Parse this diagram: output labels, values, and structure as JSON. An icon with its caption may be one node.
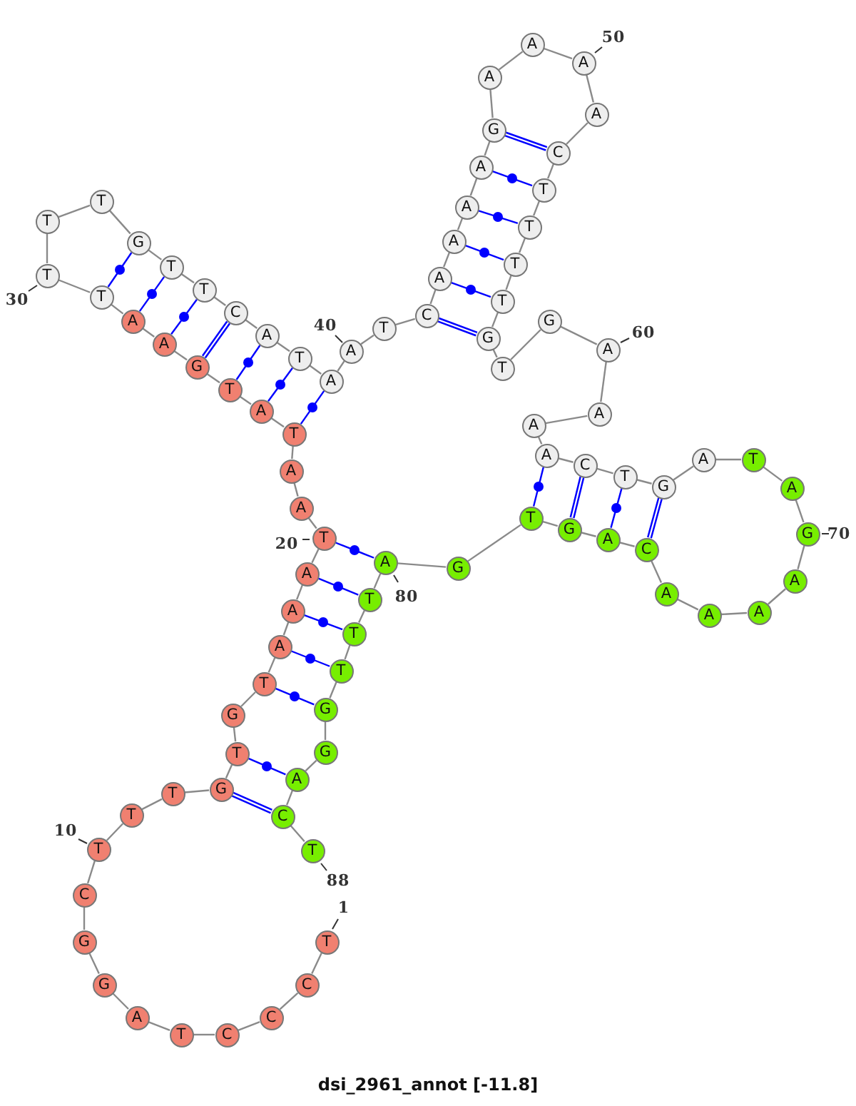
{
  "diagram": {
    "title": "dsi_2961_annot [-11.8]",
    "nodes": [
      {
        "text": [
          "T"
        ],
        "beside": [
          "1"
        ]
      },
      {
        "text": [
          "C"
        ]
      },
      {
        "text": [
          "C"
        ]
      },
      {
        "text": [
          "C"
        ]
      },
      {
        "text": [
          "T"
        ]
      },
      {
        "text": [
          "A"
        ]
      },
      {
        "text": [
          "G"
        ]
      },
      {
        "text": [
          "G"
        ]
      },
      {
        "text": [
          "C"
        ]
      },
      {
        "text": [
          "T"
        ],
        "beside": [
          "10"
        ]
      },
      {
        "text": [
          "T"
        ]
      },
      {
        "text": [
          "T"
        ]
      },
      {
        "text": [
          "G"
        ]
      },
      {
        "text": [
          "T"
        ]
      },
      {
        "text": [
          "G"
        ]
      },
      {
        "text": [
          "T"
        ]
      },
      {
        "text": [
          "A"
        ]
      },
      {
        "text": [
          "A"
        ]
      },
      {
        "text": [
          "A"
        ]
      },
      {
        "text": [
          "T"
        ],
        "beside": [
          "20"
        ]
      },
      {
        "text": [
          "A"
        ]
      },
      {
        "text": [
          "A"
        ]
      },
      {
        "text": [
          "T"
        ]
      },
      {
        "text": [
          "A"
        ]
      },
      {
        "text": [
          "T"
        ]
      },
      {
        "text": [
          "G"
        ]
      },
      {
        "text": [
          "A"
        ]
      },
      {
        "text": [
          "A"
        ]
      },
      {
        "text": [
          "T"
        ]
      },
      {
        "text": [
          "T"
        ],
        "beside": [
          "30"
        ]
      },
      {
        "text": [
          "T"
        ]
      },
      {
        "text": [
          "T"
        ]
      },
      {
        "text": [
          "G"
        ]
      },
      {
        "text": [
          "T"
        ]
      },
      {
        "text": [
          "T"
        ]
      },
      {
        "text": [
          "C"
        ]
      },
      {
        "text": [
          "A"
        ]
      },
      {
        "text": [
          "T"
        ]
      },
      {
        "text": [
          "A"
        ]
      },
      {
        "text": [
          "A"
        ],
        "beside": [
          "40"
        ]
      },
      {
        "text": [
          "T"
        ]
      },
      {
        "text": [
          "C"
        ]
      },
      {
        "text": [
          "A"
        ]
      },
      {
        "text": [
          "A"
        ]
      },
      {
        "text": [
          "A"
        ]
      },
      {
        "text": [
          "A"
        ]
      },
      {
        "text": [
          "G"
        ]
      },
      {
        "text": [
          "A"
        ]
      },
      {
        "text": [
          "A"
        ]
      },
      {
        "text": [
          "A"
        ],
        "beside": [
          "50"
        ]
      },
      {
        "text": [
          "A"
        ]
      },
      {
        "text": [
          "C"
        ]
      },
      {
        "text": [
          "T"
        ]
      },
      {
        "text": [
          "T"
        ]
      },
      {
        "text": [
          "T"
        ]
      },
      {
        "text": [
          "T"
        ]
      },
      {
        "text": [
          "G"
        ]
      },
      {
        "text": [
          "T"
        ]
      },
      {
        "text": [
          "G"
        ]
      },
      {
        "text": [
          "A"
        ],
        "beside": [
          "60"
        ]
      },
      {
        "text": [
          "A"
        ]
      },
      {
        "text": [
          "A"
        ]
      },
      {
        "text": [
          "A"
        ]
      },
      {
        "text": [
          "C"
        ]
      },
      {
        "text": [
          "T"
        ]
      },
      {
        "text": [
          "G"
        ]
      },
      {
        "text": [
          "A"
        ]
      },
      {
        "text": [
          "T"
        ]
      },
      {
        "text": [
          "A"
        ]
      },
      {
        "text": [
          "G"
        ],
        "beside": [
          "70"
        ]
      },
      {
        "text": [
          "A"
        ]
      },
      {
        "text": [
          "A"
        ]
      },
      {
        "text": [
          "A"
        ]
      },
      {
        "text": [
          "A"
        ]
      },
      {
        "text": [
          "C"
        ]
      },
      {
        "text": [
          "A"
        ]
      },
      {
        "text": [
          "G"
        ]
      },
      {
        "text": [
          "T"
        ]
      },
      {
        "text": [
          "G"
        ]
      },
      {
        "text": [
          "A"
        ],
        "beside": [
          "80"
        ]
      },
      {
        "text": [
          "T"
        ]
      },
      {
        "text": [
          "T"
        ]
      },
      {
        "text": [
          "T"
        ]
      },
      {
        "text": [
          "G"
        ]
      },
      {
        "text": [
          "G"
        ]
      },
      {
        "text": [
          "A"
        ]
      },
      {
        "text": [
          "C"
        ]
      },
      {
        "text": [
          "T"
        ],
        "beside": [
          "88"
        ]
      }
    ],
    "edges": [
      {
        "from": 0,
        "to": 1,
        "arrow": "none"
      },
      {
        "from": 1,
        "to": 2,
        "arrow": "none"
      },
      {
        "from": 2,
        "to": 3,
        "arrow": "none"
      },
      {
        "from": 3,
        "to": 4,
        "arrow": "none"
      },
      {
        "from": 4,
        "to": 5,
        "arrow": "none"
      },
      {
        "from": 5,
        "to": 6,
        "arrow": "none"
      },
      {
        "from": 6,
        "to": 7,
        "arrow": "none"
      },
      {
        "from": 7,
        "to": 8,
        "arrow": "none"
      },
      {
        "from": 8,
        "to": 9,
        "arrow": "none"
      },
      {
        "from": 9,
        "to": 10,
        "arrow": "none"
      },
      {
        "from": 10,
        "to": 11,
        "arrow": "none"
      },
      {
        "from": 11,
        "to": 12,
        "arrow": "none"
      },
      {
        "from": 12,
        "to": 13,
        "arrow": "none"
      },
      {
        "from": 13,
        "to": 14,
        "arrow": "none"
      },
      {
        "from": 14,
        "to": 15,
        "arrow": "none"
      },
      {
        "from": 15,
        "to": 16,
        "arrow": "none"
      },
      {
        "from": 16,
        "to": 17,
        "arrow": "none"
      },
      {
        "from": 17,
        "to": 18,
        "arrow": "none"
      },
      {
        "from": 18,
        "to": 19,
        "arrow": "none"
      },
      {
        "from": 19,
        "to": 20,
        "arrow": "none"
      },
      {
        "from": 20,
        "to": 21,
        "arrow": "none"
      },
      {
        "from": 21,
        "to": 22,
        "arrow": "none"
      },
      {
        "from": 22,
        "to": 23,
        "arrow": "none"
      },
      {
        "from": 23,
        "to": 24,
        "arrow": "none"
      },
      {
        "from": 24,
        "to": 25,
        "arrow": "none"
      },
      {
        "from": 25,
        "to": 26,
        "arrow": "none"
      },
      {
        "from": 26,
        "to": 27,
        "arrow": "none"
      },
      {
        "from": 27,
        "to": 28,
        "arrow": "none"
      },
      {
        "from": 28,
        "to": 29,
        "arrow": "none"
      },
      {
        "from": 29,
        "to": 30,
        "arrow": "none"
      },
      {
        "from": 30,
        "to": 31,
        "arrow": "none"
      },
      {
        "from": 31,
        "to": 32,
        "arrow": "none"
      },
      {
        "from": 32,
        "to": 33,
        "arrow": "none"
      },
      {
        "from": 33,
        "to": 34,
        "arrow": "none"
      },
      {
        "from": 34,
        "to": 35,
        "arrow": "none"
      },
      {
        "from": 35,
        "to": 36,
        "arrow": "none"
      },
      {
        "from": 36,
        "to": 37,
        "arrow": "none"
      },
      {
        "from": 37,
        "to": 38,
        "arrow": "none"
      },
      {
        "from": 38,
        "to": 39,
        "arrow": "none"
      },
      {
        "from": 39,
        "to": 40,
        "arrow": "none"
      },
      {
        "from": 40,
        "to": 41,
        "arrow": "none"
      },
      {
        "from": 41,
        "to": 42,
        "arrow": "none"
      },
      {
        "from": 42,
        "to": 43,
        "arrow": "none"
      },
      {
        "from": 43,
        "to": 44,
        "arrow": "none"
      },
      {
        "from": 44,
        "to": 45,
        "arrow": "none"
      },
      {
        "from": 45,
        "to": 46,
        "arrow": "none"
      },
      {
        "from": 46,
        "to": 47,
        "arrow": "none"
      },
      {
        "from": 47,
        "to": 48,
        "arrow": "none"
      },
      {
        "from": 48,
        "to": 49,
        "arrow": "none"
      },
      {
        "from": 49,
        "to": 50,
        "arrow": "none"
      },
      {
        "from": 50,
        "to": 51,
        "arrow": "none"
      },
      {
        "from": 51,
        "to": 52,
        "arrow": "none"
      },
      {
        "from": 52,
        "to": 53,
        "arrow": "none"
      },
      {
        "from": 53,
        "to": 54,
        "arrow": "none"
      },
      {
        "from": 54,
        "to": 55,
        "arrow": "none"
      },
      {
        "from": 55,
        "to": 56,
        "arrow": "none"
      },
      {
        "from": 56,
        "to": 57,
        "arrow": "none"
      },
      {
        "from": 57,
        "to": 58,
        "arrow": "none"
      },
      {
        "from": 58,
        "to": 59,
        "arrow": "none"
      },
      {
        "from": 59,
        "to": 60,
        "arrow": "none"
      },
      {
        "from": 60,
        "to": 61,
        "arrow": "none"
      },
      {
        "from": 61,
        "to": 62,
        "arrow": "none"
      },
      {
        "from": 62,
        "to": 63,
        "arrow": "none"
      },
      {
        "from": 63,
        "to": 64,
        "arrow": "none"
      },
      {
        "from": 64,
        "to": 65,
        "arrow": "none"
      },
      {
        "from": 65,
        "to": 66,
        "arrow": "none"
      },
      {
        "from": 66,
        "to": 67,
        "arrow": "none"
      },
      {
        "from": 67,
        "to": 68,
        "arrow": "none"
      },
      {
        "from": 68,
        "to": 69,
        "arrow": "none"
      },
      {
        "from": 69,
        "to": 70,
        "arrow": "none"
      },
      {
        "from": 70,
        "to": 71,
        "arrow": "none"
      },
      {
        "from": 71,
        "to": 72,
        "arrow": "none"
      },
      {
        "from": 72,
        "to": 73,
        "arrow": "none"
      },
      {
        "from": 73,
        "to": 74,
        "arrow": "none"
      },
      {
        "from": 74,
        "to": 75,
        "arrow": "none"
      },
      {
        "from": 75,
        "to": 76,
        "arrow": "none"
      },
      {
        "from": 76,
        "to": 77,
        "arrow": "none"
      },
      {
        "from": 77,
        "to": 78,
        "arrow": "none"
      },
      {
        "from": 78,
        "to": 79,
        "arrow": "none"
      },
      {
        "from": 79,
        "to": 80,
        "arrow": "none"
      },
      {
        "from": 80,
        "to": 81,
        "arrow": "none"
      },
      {
        "from": 81,
        "to": 82,
        "arrow": "none"
      },
      {
        "from": 82,
        "to": 83,
        "arrow": "none"
      },
      {
        "from": 83,
        "to": 84,
        "arrow": "none"
      },
      {
        "from": 84,
        "to": 85,
        "arrow": "none"
      },
      {
        "from": 85,
        "to": 86,
        "arrow": "none"
      },
      {
        "from": 86,
        "to": 87,
        "arrow": "none"
      },
      {
        "from": 19,
        "to": 79,
        "arrow": "none",
        "color": "#0000ff"
      },
      {
        "from": 18,
        "to": 80,
        "arrow": "none",
        "color": "#0000ff"
      },
      {
        "from": 17,
        "to": 81,
        "arrow": "none",
        "color": "#0000ff"
      },
      {
        "from": 16,
        "to": 82,
        "arrow": "none",
        "color": "#0000ff"
      },
      {
        "from": 15,
        "to": 83,
        "arrow": "none",
        "color": "#0000ff"
      },
      {
        "from": 13,
        "to": 85,
        "arrow": "none",
        "color": "#0000ff"
      },
      {
        "from": 12,
        "to": 86,
        "arrow": "none",
        "color": "#0000ff",
        "style": "thick"
      },
      {
        "from": 22,
        "to": 38,
        "arrow": "none",
        "color": "#0000ff"
      },
      {
        "from": 23,
        "to": 37,
        "arrow": "none",
        "color": "#0000ff"
      },
      {
        "from": 24,
        "to": 36,
        "arrow": "none",
        "color": "#0000ff"
      },
      {
        "from": 25,
        "to": 35,
        "arrow": "none",
        "color": "#0000ff",
        "style": "thick"
      },
      {
        "from": 26,
        "to": 34,
        "arrow": "none",
        "color": "#0000ff"
      },
      {
        "from": 27,
        "to": 33,
        "arrow": "none",
        "color": "#0000ff"
      },
      {
        "from": 28,
        "to": 32,
        "arrow": "none",
        "color": "#0000ff"
      },
      {
        "from": 41,
        "to": 56,
        "arrow": "none",
        "color": "#0000ff",
        "style": "thick"
      },
      {
        "from": 42,
        "to": 55,
        "arrow": "none",
        "color": "#0000ff"
      },
      {
        "from": 43,
        "to": 54,
        "arrow": "none",
        "color": "#0000ff"
      },
      {
        "from": 44,
        "to": 53,
        "arrow": "none",
        "color": "#0000ff"
      },
      {
        "from": 45,
        "to": 52,
        "arrow": "none",
        "color": "#0000ff"
      },
      {
        "from": 46,
        "to": 51,
        "arrow": "none",
        "color": "#0000ff",
        "style": "thick"
      },
      {
        "from": 62,
        "to": 77,
        "arrow": "none",
        "color": "#0000ff"
      },
      {
        "from": 63,
        "to": 76,
        "arrow": "none",
        "color": "#0000ff",
        "style": "thick"
      },
      {
        "from": 64,
        "to": 75,
        "arrow": "none",
        "color": "#0000ff"
      },
      {
        "from": 65,
        "to": 74,
        "arrow": "none",
        "color": "#0000ff",
        "style": "thick"
      }
    ]
  }
}
